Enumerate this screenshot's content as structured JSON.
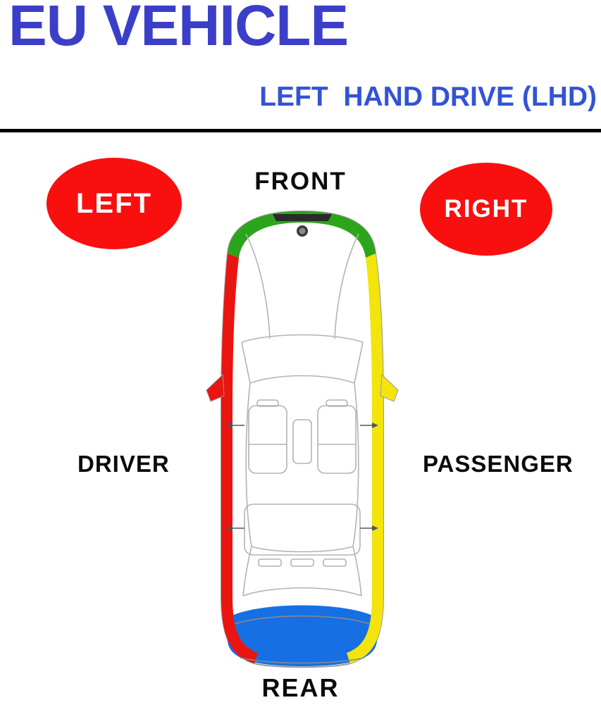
{
  "header": {
    "title": "EU VEHICLE",
    "subtitle": "LEFT  HAND DRIVE (LHD)"
  },
  "labels": {
    "front": "FRONT",
    "rear": "REAR",
    "left": "LEFT",
    "right": "RIGHT",
    "driver": "DRIVER",
    "passenger": "PASSENGER"
  },
  "colors": {
    "title_blue": "#3b3fc8",
    "subtitle_blue": "#3353d6",
    "badge_red": "#fa0f0f",
    "badge_text": "#ffffff",
    "front_green": "#2ba51c",
    "left_red": "#ea1510",
    "right_yellow": "#f3e40c",
    "rear_blue": "#1670e4",
    "text_black": "#0b0b0b",
    "divider_black": "#000000"
  }
}
